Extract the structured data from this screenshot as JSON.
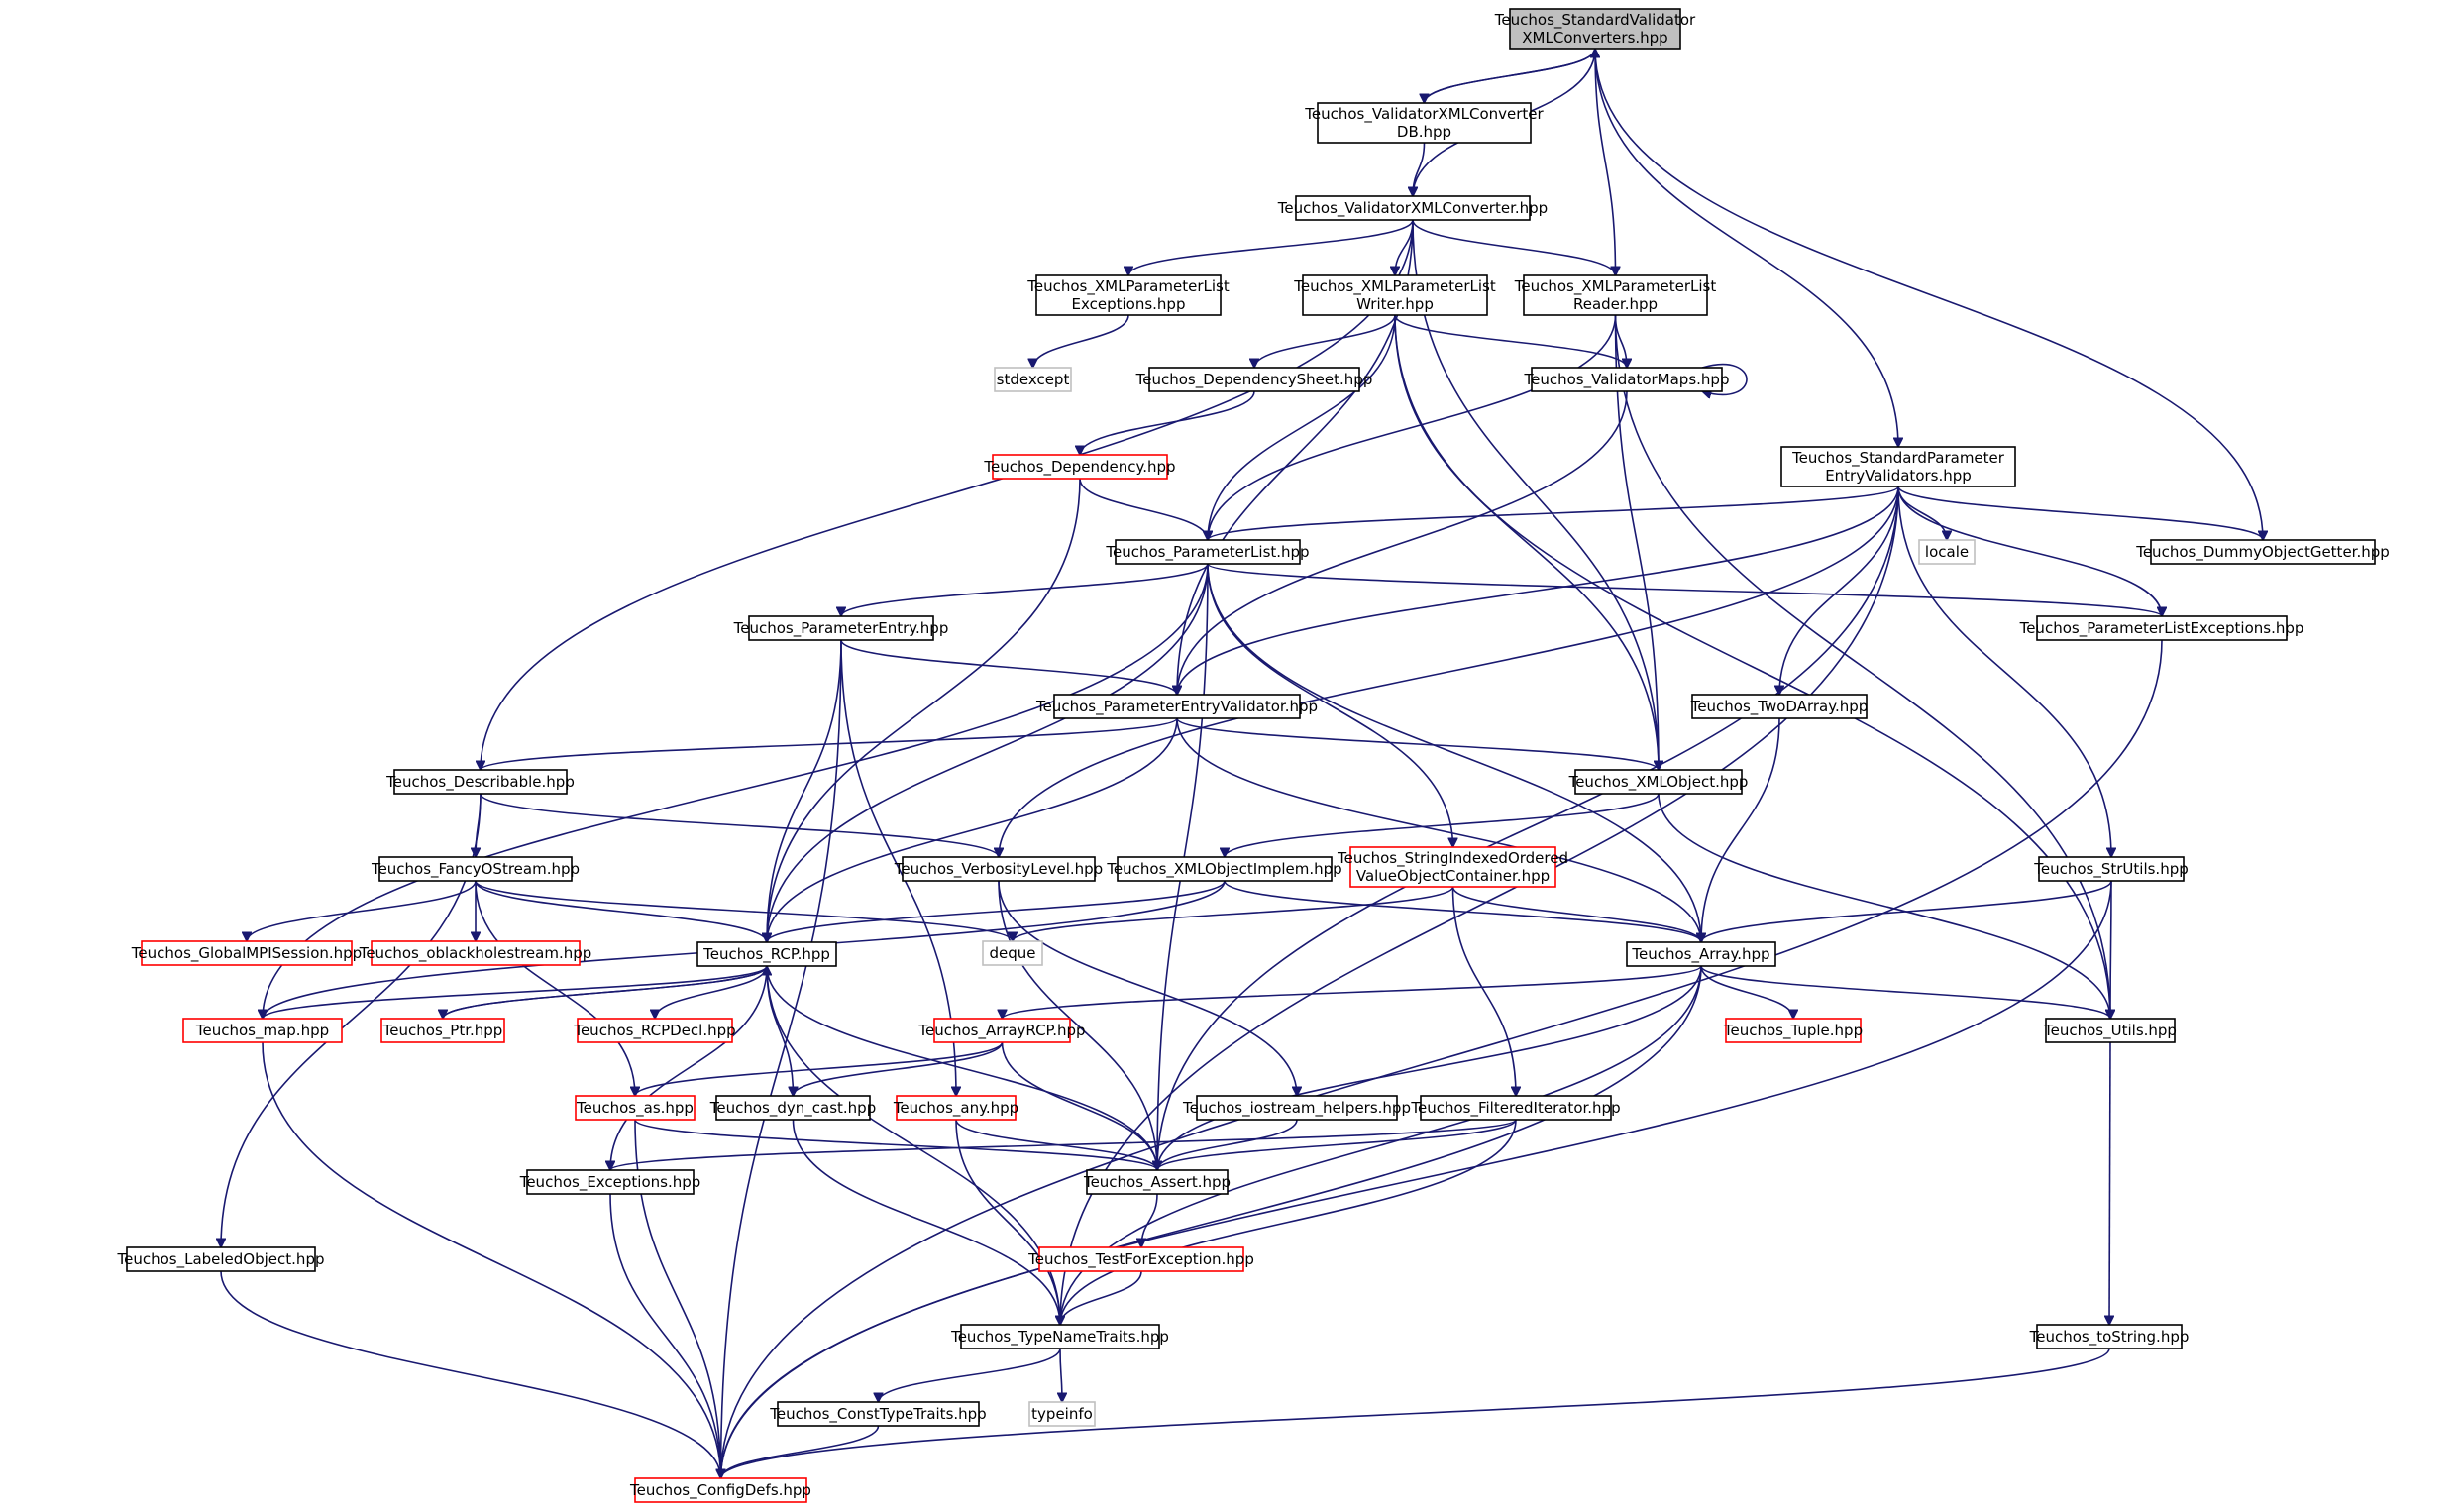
{
  "diagram": {
    "nodes": [
      {
        "id": "root",
        "lines": [
          "Teuchos_StandardValidator",
          "XMLConverters.hpp"
        ],
        "kind": "root"
      },
      {
        "id": "vdb",
        "lines": [
          "Teuchos_ValidatorXMLConverter",
          "DB.hpp"
        ],
        "kind": "normal"
      },
      {
        "id": "vxc",
        "lines": [
          "Teuchos_ValidatorXMLConverter.hpp"
        ],
        "kind": "normal"
      },
      {
        "id": "xple",
        "lines": [
          "Teuchos_XMLParameterList",
          "Exceptions.hpp"
        ],
        "kind": "normal"
      },
      {
        "id": "xplw",
        "lines": [
          "Teuchos_XMLParameterList",
          "Writer.hpp"
        ],
        "kind": "normal"
      },
      {
        "id": "xplr",
        "lines": [
          "Teuchos_XMLParameterList",
          "Reader.hpp"
        ],
        "kind": "normal"
      },
      {
        "id": "stdexcept",
        "lines": [
          "stdexcept"
        ],
        "kind": "system"
      },
      {
        "id": "depsheet",
        "lines": [
          "Teuchos_DependencySheet.hpp"
        ],
        "kind": "normal"
      },
      {
        "id": "vmaps",
        "lines": [
          "Teuchos_ValidatorMaps.hpp"
        ],
        "kind": "normal"
      },
      {
        "id": "spev",
        "lines": [
          "Teuchos_StandardParameter",
          "EntryValidators.hpp"
        ],
        "kind": "normal"
      },
      {
        "id": "dep",
        "lines": [
          "Teuchos_Dependency.hpp"
        ],
        "kind": "truncated"
      },
      {
        "id": "pl",
        "lines": [
          "Teuchos_ParameterList.hpp"
        ],
        "kind": "normal"
      },
      {
        "id": "locale",
        "lines": [
          "locale"
        ],
        "kind": "system"
      },
      {
        "id": "dog",
        "lines": [
          "Teuchos_DummyObjectGetter.hpp"
        ],
        "kind": "normal"
      },
      {
        "id": "pe",
        "lines": [
          "Teuchos_ParameterEntry.hpp"
        ],
        "kind": "normal"
      },
      {
        "id": "ple",
        "lines": [
          "Teuchos_ParameterListExceptions.hpp"
        ],
        "kind": "normal"
      },
      {
        "id": "pev",
        "lines": [
          "Teuchos_ParameterEntryValidator.hpp"
        ],
        "kind": "normal"
      },
      {
        "id": "twod",
        "lines": [
          "Teuchos_TwoDArray.hpp"
        ],
        "kind": "normal"
      },
      {
        "id": "desc",
        "lines": [
          "Teuchos_Describable.hpp"
        ],
        "kind": "normal"
      },
      {
        "id": "xo",
        "lines": [
          "Teuchos_XMLObject.hpp"
        ],
        "kind": "normal"
      },
      {
        "id": "fos",
        "lines": [
          "Teuchos_FancyOStream.hpp"
        ],
        "kind": "normal"
      },
      {
        "id": "vl",
        "lines": [
          "Teuchos_VerbosityLevel.hpp"
        ],
        "kind": "normal"
      },
      {
        "id": "xoi",
        "lines": [
          "Teuchos_XMLObjectImplem.hpp"
        ],
        "kind": "normal"
      },
      {
        "id": "sio",
        "lines": [
          "Teuchos_StringIndexedOrdered",
          "ValueObjectContainer.hpp"
        ],
        "kind": "truncated"
      },
      {
        "id": "stru",
        "lines": [
          "Teuchos_StrUtils.hpp"
        ],
        "kind": "normal"
      },
      {
        "id": "gmpi",
        "lines": [
          "Teuchos_GlobalMPISession.hpp"
        ],
        "kind": "truncated"
      },
      {
        "id": "obh",
        "lines": [
          "Teuchos_oblackholestream.hpp"
        ],
        "kind": "truncated"
      },
      {
        "id": "rcp",
        "lines": [
          "Teuchos_RCP.hpp"
        ],
        "kind": "normal"
      },
      {
        "id": "deque",
        "lines": [
          "deque"
        ],
        "kind": "system"
      },
      {
        "id": "arr",
        "lines": [
          "Teuchos_Array.hpp"
        ],
        "kind": "normal"
      },
      {
        "id": "map",
        "lines": [
          "Teuchos_map.hpp"
        ],
        "kind": "truncated"
      },
      {
        "id": "ptr",
        "lines": [
          "Teuchos_Ptr.hpp"
        ],
        "kind": "truncated"
      },
      {
        "id": "rcpdecl",
        "lines": [
          "Teuchos_RCPDecl.hpp"
        ],
        "kind": "truncated"
      },
      {
        "id": "arcp",
        "lines": [
          "Teuchos_ArrayRCP.hpp"
        ],
        "kind": "truncated"
      },
      {
        "id": "tuple",
        "lines": [
          "Teuchos_Tuple.hpp"
        ],
        "kind": "truncated"
      },
      {
        "id": "utils",
        "lines": [
          "Teuchos_Utils.hpp"
        ],
        "kind": "normal"
      },
      {
        "id": "as",
        "lines": [
          "Teuchos_as.hpp"
        ],
        "kind": "truncated"
      },
      {
        "id": "dync",
        "lines": [
          "Teuchos_dyn_cast.hpp"
        ],
        "kind": "normal"
      },
      {
        "id": "any",
        "lines": [
          "Teuchos_any.hpp"
        ],
        "kind": "truncated"
      },
      {
        "id": "ioh",
        "lines": [
          "Teuchos_iostream_helpers.hpp"
        ],
        "kind": "normal"
      },
      {
        "id": "fi",
        "lines": [
          "Teuchos_FilteredIterator.hpp"
        ],
        "kind": "normal"
      },
      {
        "id": "exc",
        "lines": [
          "Teuchos_Exceptions.hpp"
        ],
        "kind": "normal"
      },
      {
        "id": "assert",
        "lines": [
          "Teuchos_Assert.hpp"
        ],
        "kind": "normal"
      },
      {
        "id": "tfe",
        "lines": [
          "Teuchos_TestForException.hpp"
        ],
        "kind": "truncated"
      },
      {
        "id": "lo",
        "lines": [
          "Teuchos_LabeledObject.hpp"
        ],
        "kind": "normal"
      },
      {
        "id": "tnt",
        "lines": [
          "Teuchos_TypeNameTraits.hpp"
        ],
        "kind": "normal"
      },
      {
        "id": "tostr",
        "lines": [
          "Teuchos_toString.hpp"
        ],
        "kind": "normal"
      },
      {
        "id": "ctt",
        "lines": [
          "Teuchos_ConstTypeTraits.hpp"
        ],
        "kind": "normal"
      },
      {
        "id": "typeinfo",
        "lines": [
          "typeinfo"
        ],
        "kind": "system"
      },
      {
        "id": "cfg",
        "lines": [
          "Teuchos_ConfigDefs.hpp"
        ],
        "kind": "truncated"
      }
    ],
    "edges": [
      [
        "root",
        "vdb"
      ],
      [
        "root",
        "vxc"
      ],
      [
        "root",
        "xplr"
      ],
      [
        "root",
        "spev"
      ],
      [
        "root",
        "dog"
      ],
      [
        "vdb",
        "root"
      ],
      [
        "vdb",
        "vxc"
      ],
      [
        "vxc",
        "xple"
      ],
      [
        "vxc",
        "xplw"
      ],
      [
        "vxc",
        "xplr"
      ],
      [
        "vxc",
        "pev"
      ],
      [
        "vxc",
        "desc"
      ],
      [
        "vxc",
        "xo"
      ],
      [
        "xple",
        "stdexcept"
      ],
      [
        "xplw",
        "depsheet"
      ],
      [
        "xplw",
        "vmaps"
      ],
      [
        "xplw",
        "pl"
      ],
      [
        "xplw",
        "xo"
      ],
      [
        "xplw",
        "utils"
      ],
      [
        "xplr",
        "vmaps"
      ],
      [
        "xplr",
        "pl"
      ],
      [
        "xplr",
        "xo"
      ],
      [
        "xplr",
        "utils"
      ],
      [
        "vmaps",
        "vmaps"
      ],
      [
        "vmaps",
        "pev"
      ],
      [
        "depsheet",
        "dep"
      ],
      [
        "dep",
        "pl"
      ],
      [
        "dep",
        "rcp"
      ],
      [
        "spev",
        "pl"
      ],
      [
        "spev",
        "locale"
      ],
      [
        "spev",
        "dog"
      ],
      [
        "spev",
        "ple"
      ],
      [
        "spev",
        "pev"
      ],
      [
        "spev",
        "twod"
      ],
      [
        "spev",
        "vl"
      ],
      [
        "spev",
        "stru"
      ],
      [
        "spev",
        "assert"
      ],
      [
        "spev",
        "tnt"
      ],
      [
        "pl",
        "pe"
      ],
      [
        "pl",
        "ple"
      ],
      [
        "pl",
        "sio"
      ],
      [
        "pl",
        "rcp"
      ],
      [
        "pl",
        "map"
      ],
      [
        "pl",
        "arr"
      ],
      [
        "pl",
        "assert"
      ],
      [
        "pe",
        "pev"
      ],
      [
        "pe",
        "rcp"
      ],
      [
        "pe",
        "any"
      ],
      [
        "pe",
        "cfg"
      ],
      [
        "ple",
        "cfg"
      ],
      [
        "pev",
        "desc"
      ],
      [
        "pev",
        "xo"
      ],
      [
        "pev",
        "rcp"
      ],
      [
        "pev",
        "arr"
      ],
      [
        "twod",
        "arr"
      ],
      [
        "desc",
        "fos"
      ],
      [
        "desc",
        "vl"
      ],
      [
        "desc",
        "lo"
      ],
      [
        "xo",
        "xoi"
      ],
      [
        "xo",
        "utils"
      ],
      [
        "fos",
        "gmpi"
      ],
      [
        "fos",
        "obh"
      ],
      [
        "fos",
        "rcp"
      ],
      [
        "fos",
        "deque"
      ],
      [
        "fos",
        "as"
      ],
      [
        "vl",
        "assert"
      ],
      [
        "vl",
        "ioh"
      ],
      [
        "xoi",
        "rcp"
      ],
      [
        "xoi",
        "arr"
      ],
      [
        "xoi",
        "map"
      ],
      [
        "sio",
        "deque"
      ],
      [
        "sio",
        "arr"
      ],
      [
        "sio",
        "fi"
      ],
      [
        "stru",
        "arr"
      ],
      [
        "stru",
        "utils"
      ],
      [
        "stru",
        "cfg"
      ],
      [
        "rcp",
        "map"
      ],
      [
        "rcp",
        "ptr"
      ],
      [
        "rcp",
        "rcpdecl"
      ],
      [
        "rcp",
        "dync"
      ],
      [
        "rcp",
        "exc"
      ],
      [
        "rcp",
        "assert"
      ],
      [
        "rcp",
        "tnt"
      ],
      [
        "ptr",
        "rcp"
      ],
      [
        "arr",
        "arcp"
      ],
      [
        "arr",
        "tuple"
      ],
      [
        "arr",
        "utils"
      ],
      [
        "arr",
        "assert"
      ],
      [
        "arr",
        "tnt"
      ],
      [
        "arr",
        "cfg"
      ],
      [
        "arcp",
        "as"
      ],
      [
        "arcp",
        "dync"
      ],
      [
        "arcp",
        "assert"
      ],
      [
        "utils",
        "tostr"
      ],
      [
        "map",
        "cfg"
      ],
      [
        "as",
        "assert"
      ],
      [
        "as",
        "cfg"
      ],
      [
        "dync",
        "tnt"
      ],
      [
        "any",
        "assert"
      ],
      [
        "any",
        "tnt"
      ],
      [
        "ioh",
        "assert"
      ],
      [
        "fi",
        "exc"
      ],
      [
        "fi",
        "assert"
      ],
      [
        "fi",
        "tnt"
      ],
      [
        "exc",
        "cfg"
      ],
      [
        "assert",
        "tfe"
      ],
      [
        "tfe",
        "tnt"
      ],
      [
        "lo",
        "cfg"
      ],
      [
        "tnt",
        "ctt"
      ],
      [
        "tnt",
        "typeinfo"
      ],
      [
        "ctt",
        "cfg"
      ],
      [
        "tostr",
        "cfg"
      ]
    ],
    "colors": {
      "edge": "#191970",
      "normal_border": "#000000",
      "truncated_border": "#ff0000",
      "system_border": "#bfbfbf",
      "root_fill": "#bfbfbf",
      "background": "#ffffff"
    }
  }
}
